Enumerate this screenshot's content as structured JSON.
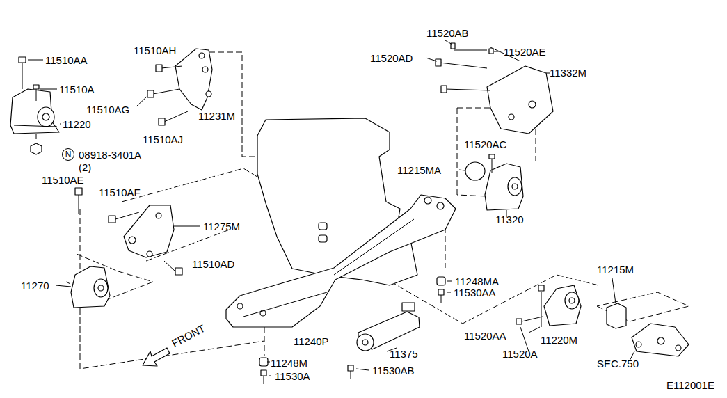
{
  "diagram": {
    "nodes": [
      {
        "text": [
          "N"
        ]
      }
    ],
    "labels": [
      "11510AA",
      "11510A",
      "11220",
      "08918-3401A",
      "(2)",
      "11510AH",
      "11510AG",
      "11510AJ",
      "11231M",
      "11510AE",
      "11510AF",
      "11275M",
      "11510AD",
      "11270",
      "11520AB",
      "11520AD",
      "11520AE",
      "11332M",
      "11520AC",
      "11215MA",
      "11320",
      "11248MA",
      "11530AA",
      "11240P",
      "11375",
      "11248M",
      "11530A",
      "11530AB",
      "11520AA",
      "11220M",
      "11520A",
      "11215M",
      "SEC.750",
      "FRONT",
      "E112001E"
    ]
  }
}
